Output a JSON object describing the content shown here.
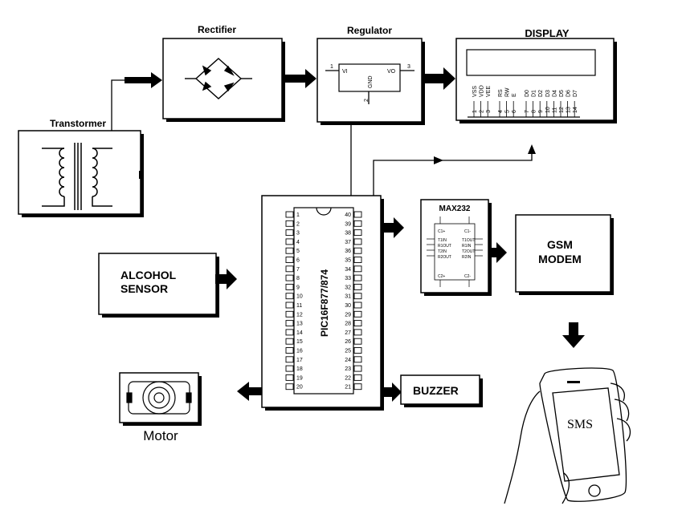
{
  "blocks": {
    "transformer": "Transtormer",
    "rectifier": "Rectifier",
    "regulator": "Regulator",
    "display": "DISPLAY",
    "mcu": "PIC16F877/874",
    "max232": "MAX232",
    "gsm_line1": "GSM",
    "gsm_line2": "MODEM",
    "sensor_line1": "ALCOHOL",
    "sensor_line2": "SENSOR",
    "buzzer": "BUZZER",
    "motor": "Motor",
    "phone_text": "SMS"
  },
  "regulator_pins": {
    "in_num": "1",
    "in": "VI",
    "out": "VO",
    "out_num": "3",
    "gnd": "GND",
    "gnd_num": "2"
  },
  "display_pins": [
    "VSS",
    "VDD",
    "VEE",
    "RS",
    "RW",
    "E",
    "D0",
    "D1",
    "D2",
    "D3",
    "D4",
    "D5",
    "D6",
    "D7"
  ],
  "display_pin_numbers": [
    "1",
    "2",
    "3",
    "4",
    "5",
    "6",
    "7",
    "8",
    "9",
    "10",
    "11",
    "12",
    "13",
    "14"
  ],
  "mcu_left_pins": [
    "1",
    "2",
    "3",
    "4",
    "5",
    "6",
    "7",
    "8",
    "9",
    "10",
    "11",
    "12",
    "13",
    "14",
    "15",
    "16",
    "17",
    "18",
    "19",
    "20"
  ],
  "mcu_right_pins": [
    "40",
    "39",
    "38",
    "37",
    "36",
    "35",
    "34",
    "33",
    "32",
    "31",
    "30",
    "29",
    "28",
    "27",
    "26",
    "25",
    "24",
    "23",
    "22",
    "21"
  ],
  "max232_pins": {
    "top_left": "C1+",
    "top_right": "C1-",
    "left": [
      "T1IN",
      "R1OUT",
      "T2IN",
      "R2OUT"
    ],
    "right": [
      "T1OUT",
      "R1IN",
      "T2OUT",
      "R2IN"
    ],
    "bottom_left": "C2+",
    "bottom_right": "C2-"
  }
}
